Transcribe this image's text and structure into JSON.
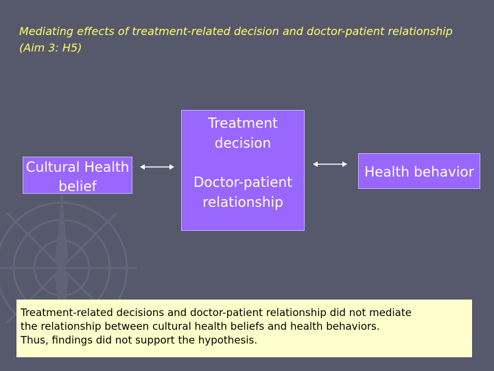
{
  "slide": {
    "title": "Mediating effects of treatment-related decision and doctor-patient relationship (Aim 3: H5)",
    "boxes": {
      "cultural": "Cultural Health belief",
      "treatment": "Treatment decision",
      "doctor_patient": "Doctor-patient relationship",
      "health_behavior": "Health behavior"
    },
    "note": {
      "line1": "Treatment-related decisions and doctor-patient relationship did not mediate",
      "line2": "the relationship between cultural health beliefs and health behaviors.",
      "line3": "Thus, findings did not support the hypothesis."
    },
    "page_number": "2"
  },
  "colors": {
    "background": "#55596b",
    "title": "#ffff66",
    "box_fill": "#9966ff",
    "note_fill": "#ffffcc"
  }
}
